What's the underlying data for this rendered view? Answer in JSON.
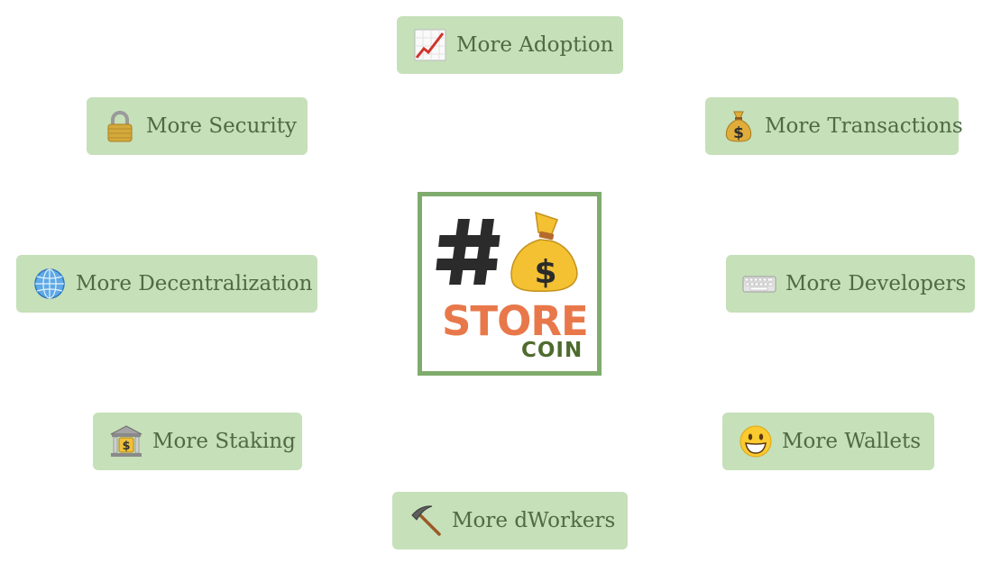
{
  "center": {
    "brand_main": "STORE",
    "brand_sub": "COIN"
  },
  "items": [
    {
      "label": "More Adoption",
      "icon": "chart-increasing-icon"
    },
    {
      "label": "More Security",
      "icon": "padlock-icon"
    },
    {
      "label": "More Transactions",
      "icon": "money-bag-icon"
    },
    {
      "label": "More Decentralization",
      "icon": "globe-icon"
    },
    {
      "label": "More Developers",
      "icon": "keyboard-icon"
    },
    {
      "label": "More Staking",
      "icon": "bank-icon"
    },
    {
      "label": "More Wallets",
      "icon": "grinning-face-icon"
    },
    {
      "label": "More dWorkers",
      "icon": "pickaxe-icon"
    }
  ],
  "colors": {
    "pill_bg": "#c6e0b9",
    "pill_text": "#4e6b45",
    "logo_border": "#7fac6d",
    "store_orange": "#e8784a",
    "coin_green": "#4e6b2e"
  }
}
